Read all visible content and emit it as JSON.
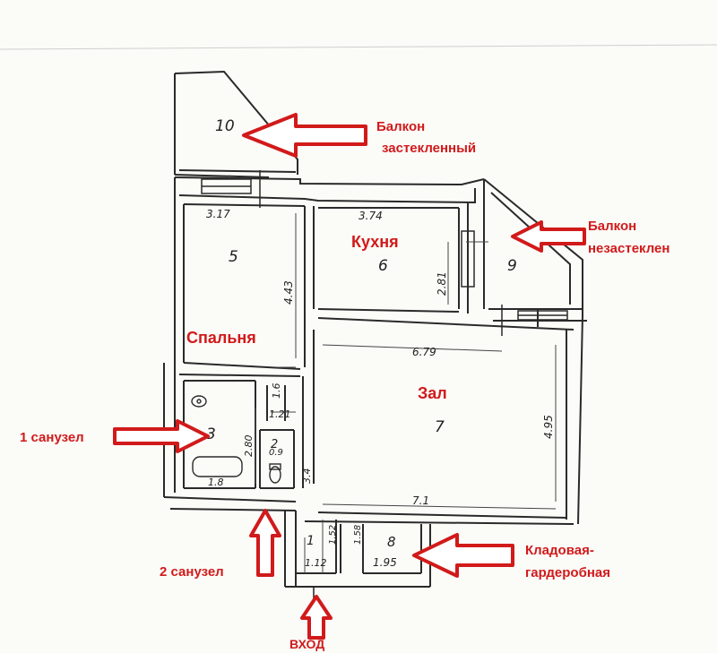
{
  "room_numbers": {
    "r10": "10",
    "r5": "5",
    "r6": "6",
    "r9": "9",
    "r7": "7",
    "r3": "3",
    "r2": "2",
    "r1": "1",
    "r8": "8"
  },
  "dimensions": {
    "d_3_17": "3.17",
    "d_3_74": "3.74",
    "d_4_43": "4.43",
    "d_2_81": "2.81",
    "d_6_79": "6.79",
    "d_4_95": "4.95",
    "d_1_6": "1.6",
    "d_1_21": "1.21",
    "d_2_80": "2.80",
    "d_0_9": "0.9",
    "d_3_4": "3.4",
    "d_1_8": "1.8",
    "d_7_1": "7.1",
    "d_1_52": "1.52",
    "d_1_12": "1.12",
    "d_1_58": "1.58",
    "d_1_95": "1.95"
  },
  "room_names": {
    "kitchen": "Кухня",
    "bedroom": "Спальня",
    "hall": "Зал"
  },
  "annotations": {
    "balcony_glazed_1": "Балкон",
    "balcony_glazed_2": "застекленный",
    "balcony_open_1": "Балкон",
    "balcony_open_2": "незастеклен",
    "bath1": "1 санузел",
    "bath2": "2 санузел",
    "storage_1": "Кладовая-",
    "storage_2": "гардеробная",
    "entrance": "ВХОД"
  },
  "colors": {
    "annotation": "#d11a1a",
    "walls": "#2a2a2a",
    "paper": "#fbfbf8"
  }
}
